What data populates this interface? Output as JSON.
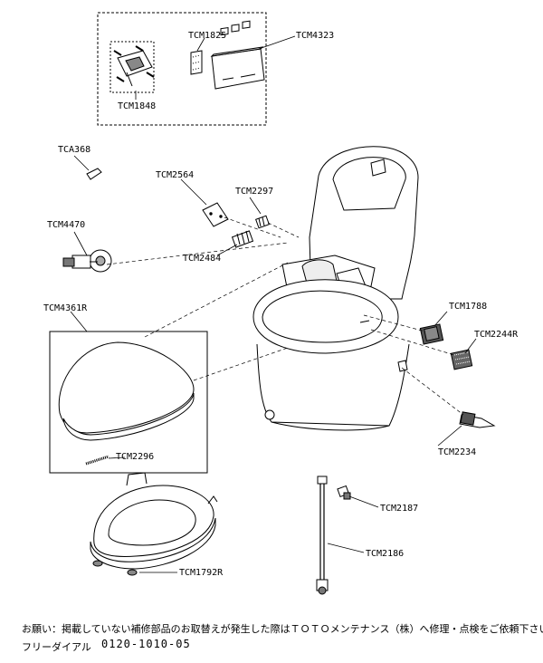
{
  "parts": [
    {
      "id": "tcm1825",
      "code": "TCM1825"
    },
    {
      "id": "tcm4323",
      "code": "TCM4323"
    },
    {
      "id": "tcm1848",
      "code": "TCM1848"
    },
    {
      "id": "tca368",
      "code": "TCA368"
    },
    {
      "id": "tcm2564",
      "code": "TCM2564"
    },
    {
      "id": "tcm2297",
      "code": "TCM2297"
    },
    {
      "id": "tcm4470",
      "code": "TCM4470"
    },
    {
      "id": "tcm2484",
      "code": "TCM2484"
    },
    {
      "id": "tcm4361r",
      "code": "TCM4361R"
    },
    {
      "id": "tcm1788",
      "code": "TCM1788"
    },
    {
      "id": "tcm2244r",
      "code": "TCM2244R"
    },
    {
      "id": "tcm2296",
      "code": "TCM2296"
    },
    {
      "id": "tcm2234",
      "code": "TCM2234"
    },
    {
      "id": "tcm2187",
      "code": "TCM2187"
    },
    {
      "id": "tcm2186",
      "code": "TCM2186"
    },
    {
      "id": "tcm1792r",
      "code": "TCM1792R"
    }
  ],
  "footer": {
    "notice": "お願い：掲載していない補修部品のお取替えが発生した際はＴＯＴＯメンテナンス（株）へ修理・点検をご依頼下さい。",
    "dial_label": "フリーダイアル",
    "phone": "0120-1010-05"
  }
}
